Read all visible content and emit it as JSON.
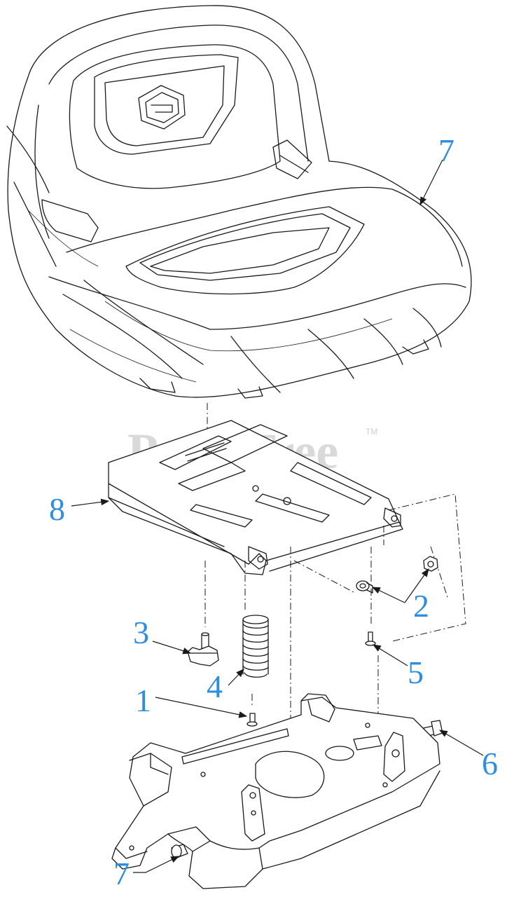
{
  "watermark": {
    "text": "PartsTree",
    "tm": "TM"
  },
  "callouts": {
    "seat": "7",
    "adjuster_plate": "8",
    "nut_washer": "2",
    "knob": "3",
    "spring": "4",
    "bolt_5": "5",
    "bolt_1": "1",
    "bolt_6": "6",
    "bolt_7_bottom": "7"
  },
  "colors": {
    "callout": "#2f8ee0",
    "line": "#1a1a1a",
    "watermark": "#d9d9d9"
  }
}
